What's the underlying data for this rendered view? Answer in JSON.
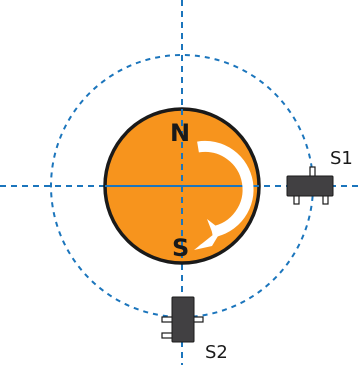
{
  "colors": {
    "magnet": "#f7941d",
    "outline": "#1a1a1a",
    "axis": "#1b75bc",
    "sensor_body": "#414042",
    "rotation_arrow": "#ffffff",
    "background": "#ffffff"
  },
  "magnet": {
    "north_label": "N",
    "south_label": "S",
    "rotation": "clockwise"
  },
  "sensors": [
    {
      "id": "sensor-1",
      "label": "S1"
    },
    {
      "id": "sensor-2",
      "label": "S2"
    }
  ]
}
